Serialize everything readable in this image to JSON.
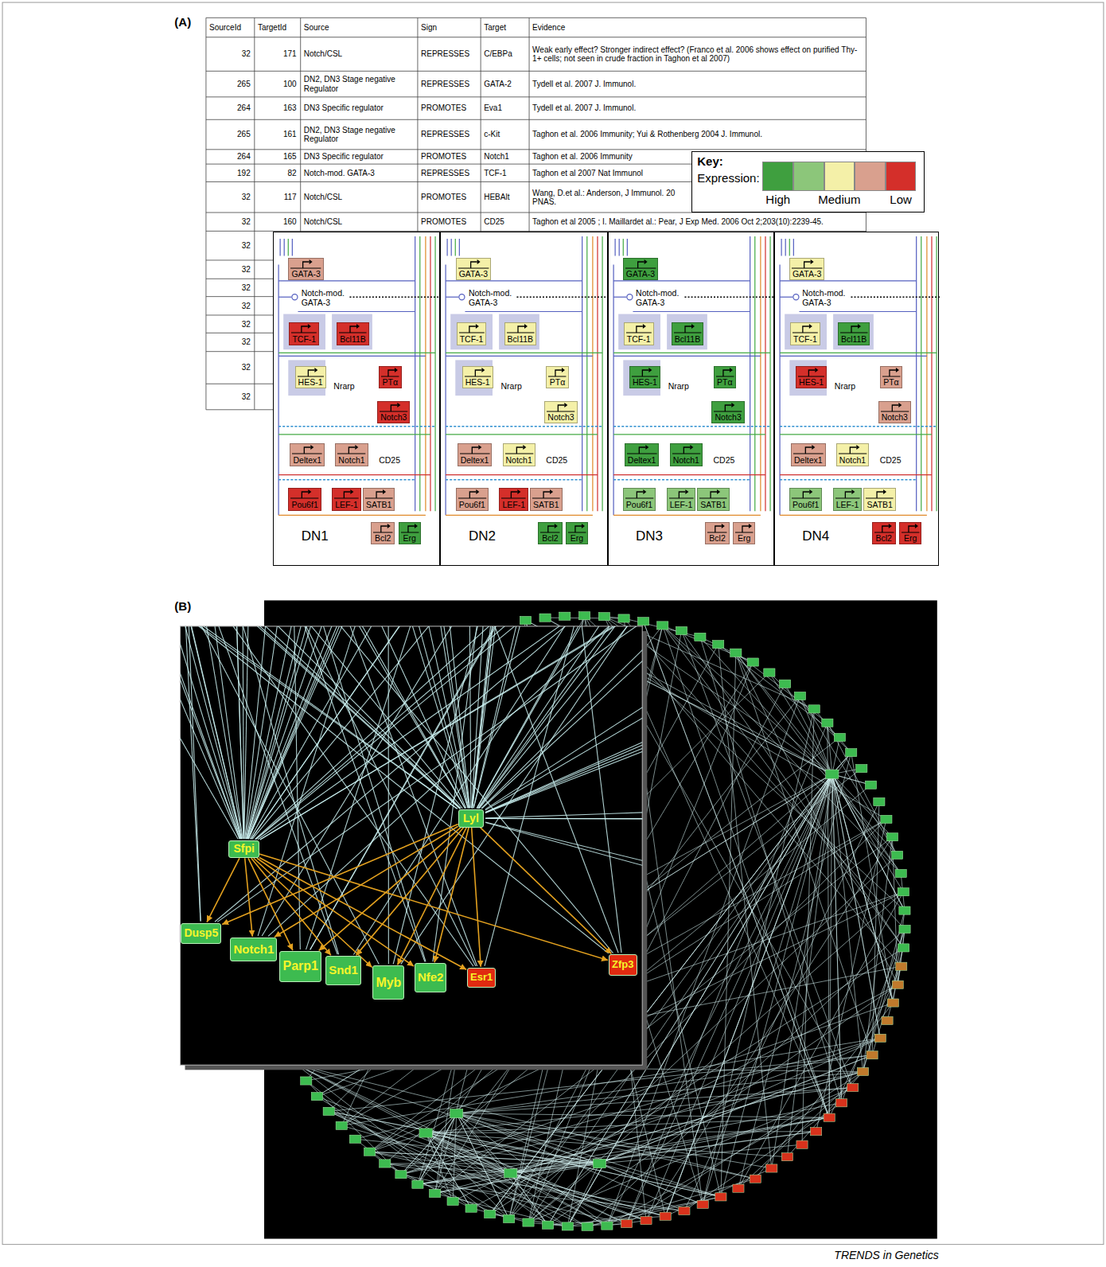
{
  "diagram": {
    "caption": "TRENDS in Genetics",
    "nodes": [
      {
        "text": [
          "DN1"
        ]
      },
      {
        "text": [
          "GATA-3"
        ],
        "in": 0
      },
      {
        "text": [
          "TCF-1"
        ],
        "in": 0
      },
      {
        "text": [
          "Bcl11B"
        ],
        "in": 0
      },
      {
        "text": [
          "HES-1"
        ],
        "in": 0
      },
      {
        "text": [
          "PTα"
        ],
        "in": 0
      },
      {
        "text": [
          "Notch3"
        ],
        "in": 0
      },
      {
        "text": [
          "Deltex1"
        ],
        "in": 0
      },
      {
        "text": [
          "Notch1"
        ],
        "in": 0
      },
      {
        "text": [
          "Pou6f1"
        ],
        "in": 0
      },
      {
        "text": [
          "LEF-1"
        ],
        "in": 0
      },
      {
        "text": [
          "SATB1"
        ],
        "in": 0
      },
      {
        "text": [
          "Bcl2"
        ],
        "in": 0
      },
      {
        "text": [
          "Erg"
        ],
        "in": 0
      },
      {
        "text": [
          "DN2"
        ]
      },
      {
        "text": [
          "GATA-3"
        ],
        "in": 14
      },
      {
        "text": [
          "TCF-1"
        ],
        "in": 14
      },
      {
        "text": [
          "Bcl11B"
        ],
        "in": 14
      },
      {
        "text": [
          "HES-1"
        ],
        "in": 14
      },
      {
        "text": [
          "PTα"
        ],
        "in": 14
      },
      {
        "text": [
          "Notch3"
        ],
        "in": 14
      },
      {
        "text": [
          "Deltex1"
        ],
        "in": 14
      },
      {
        "text": [
          "Notch1"
        ],
        "in": 14
      },
      {
        "text": [
          "Pou6f1"
        ],
        "in": 14
      },
      {
        "text": [
          "LEF-1"
        ],
        "in": 14
      },
      {
        "text": [
          "SATB1"
        ],
        "in": 14
      },
      {
        "text": [
          "Bcl2"
        ],
        "in": 14
      },
      {
        "text": [
          "Erg"
        ],
        "in": 14
      },
      {
        "text": [
          "DN3"
        ]
      },
      {
        "text": [
          "GATA-3"
        ],
        "in": 28
      },
      {
        "text": [
          "TCF-1"
        ],
        "in": 28
      },
      {
        "text": [
          "Bcl11B"
        ],
        "in": 28
      },
      {
        "text": [
          "HES-1"
        ],
        "in": 28
      },
      {
        "text": [
          "PTα"
        ],
        "in": 28
      },
      {
        "text": [
          "Notch3"
        ],
        "in": 28
      },
      {
        "text": [
          "Deltex1"
        ],
        "in": 28
      },
      {
        "text": [
          "Notch1"
        ],
        "in": 28
      },
      {
        "text": [
          "Pou6f1"
        ],
        "in": 28
      },
      {
        "text": [
          "LEF-1"
        ],
        "in": 28
      },
      {
        "text": [
          "SATB1"
        ],
        "in": 28
      },
      {
        "text": [
          "Bcl2"
        ],
        "in": 28
      },
      {
        "text": [
          "Erg"
        ],
        "in": 28
      },
      {
        "text": [
          "DN4"
        ]
      },
      {
        "text": [
          "GATA-3"
        ],
        "in": 42
      },
      {
        "text": [
          "TCF-1"
        ],
        "in": 42
      },
      {
        "text": [
          "Bcl11B"
        ],
        "in": 42
      },
      {
        "text": [
          "HES-1"
        ],
        "in": 42
      },
      {
        "text": [
          "PTα"
        ],
        "in": 42
      },
      {
        "text": [
          "Notch3"
        ],
        "in": 42
      },
      {
        "text": [
          "Deltex1"
        ],
        "in": 42
      },
      {
        "text": [
          "Notch1"
        ],
        "in": 42
      },
      {
        "text": [
          "Pou6f1"
        ],
        "in": 42
      },
      {
        "text": [
          "LEF-1"
        ],
        "in": 42
      },
      {
        "text": [
          "SATB1"
        ],
        "in": 42
      },
      {
        "text": [
          "Bcl2"
        ],
        "in": 42
      },
      {
        "text": [
          "Erg"
        ],
        "in": 42
      },
      {
        "text": [
          "Sfpi"
        ]
      },
      {
        "text": [
          "Lyl"
        ]
      },
      {
        "text": [
          "Dusp5"
        ]
      },
      {
        "text": [
          "Notch1"
        ]
      },
      {
        "text": [
          "Parp1"
        ]
      },
      {
        "text": [
          "Snd1"
        ]
      },
      {
        "text": [
          "Myb"
        ]
      },
      {
        "text": [
          "Nfe2"
        ]
      },
      {
        "text": [
          "Esr1"
        ]
      },
      {
        "text": [
          "Zfp3"
        ]
      }
    ],
    "edges": [
      {
        "from": 56,
        "to": 58,
        "arrow": "to"
      },
      {
        "from": 56,
        "to": 59,
        "arrow": "to"
      },
      {
        "from": 56,
        "to": 60,
        "arrow": "to"
      },
      {
        "from": 56,
        "to": 61,
        "arrow": "to"
      },
      {
        "from": 56,
        "to": 62,
        "arrow": "to"
      },
      {
        "from": 56,
        "to": 63,
        "arrow": "to"
      },
      {
        "from": 56,
        "to": 64,
        "arrow": "to"
      },
      {
        "from": 56,
        "to": 65,
        "arrow": "to"
      },
      {
        "from": 57,
        "to": 58,
        "arrow": "to"
      },
      {
        "from": 57,
        "to": 59,
        "arrow": "to"
      },
      {
        "from": 57,
        "to": 60,
        "arrow": "to"
      },
      {
        "from": 57,
        "to": 61,
        "arrow": "to"
      },
      {
        "from": 57,
        "to": 62,
        "arrow": "to"
      },
      {
        "from": 57,
        "to": 63,
        "arrow": "to"
      },
      {
        "from": 57,
        "to": 64,
        "arrow": "to"
      },
      {
        "from": 57,
        "to": 65,
        "arrow": "to"
      }
    ],
    "labels": [
      "(A)",
      "SourceId",
      "TargetId",
      "Source",
      "Sign",
      "Target",
      "Evidence",
      "32",
      "171",
      "Notch/CSL",
      "REPRESSES",
      "C/EBPa",
      "Weak early effect? Stronger indirect effect? (Franco et al. 2006 shows effect on purified Thy-1+ cells; not seen in crude fraction in Taghon et al 2007)",
      "265",
      "100",
      "DN2, DN3 Stage negative Regulator",
      "REPRESSES",
      "GATA-2",
      "Tydell et al. 2007 J. Immunol.",
      "264",
      "163",
      "DN3 Specific regulator",
      "PROMOTES",
      "Eva1",
      "Tydell et al. 2007 J. Immunol.",
      "265",
      "161",
      "DN2, DN3 Stage negative Regulator",
      "REPRESSES",
      "c-Kit",
      "Taghon et al. 2006 Immunity; Yui & Rothenberg 2004 J. Immunol.",
      "264",
      "165",
      "DN3 Specific regulator",
      "PROMOTES",
      "Notch1",
      "Taghon et al. 2006 Immunity",
      "192",
      "82",
      "Notch-mod. GATA-3",
      "REPRESSES",
      "TCF-1",
      "Taghon et al 2007 Nat Immunol",
      "32",
      "117",
      "Notch/CSL",
      "PROMOTES",
      "HEBAlt",
      "Wang, D.et al.: Anderson, J Immunol. 20 PNAS.",
      "32",
      "160",
      "Notch/CSL",
      "PROMOTES",
      "CD25",
      "Taghon et al 2005 ; I. Maillardet al.: Pear, J Exp Med. 2006 Oct 2;203(10):2239-45.",
      "32",
      "32",
      "32",
      "32",
      "32",
      "32",
      "32",
      "32",
      "Key:",
      "Expression:",
      "Notch-mod. GATA-3",
      "Nrarp",
      "CD25",
      "Notch-mod. GATA-3",
      "Nrarp",
      "CD25",
      "Notch-mod. GATA-3",
      "Nrarp",
      "CD25",
      "Notch-mod. GATA-3",
      "Nrarp",
      "CD25",
      "(B)"
    ],
    "legend": [
      {
        "text": "High",
        "color": "#3f9f3f"
      },
      {
        "text": "Medium",
        "color": "#f4f0a8"
      },
      {
        "text": "Low",
        "color": "#d42f2a"
      }
    ]
  }
}
